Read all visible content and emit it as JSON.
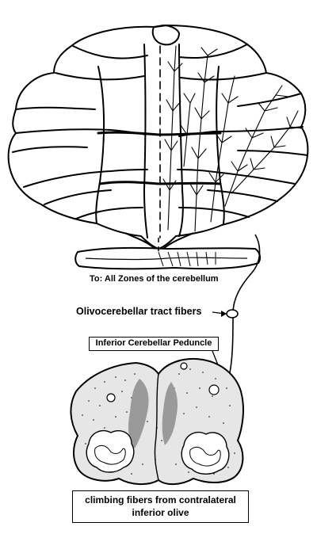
{
  "labels": {
    "to_all_zones": "To:  All Zones of the cerebellum",
    "tract_fibers": "Olivocerebellar tract fibers",
    "peduncle": "Inferior Cerebellar Peduncle",
    "climbing_line1": "climbing fibers from contralateral",
    "climbing_line2": "inferior olive"
  },
  "colors": {
    "ink": "#000000",
    "paper": "#ffffff"
  }
}
